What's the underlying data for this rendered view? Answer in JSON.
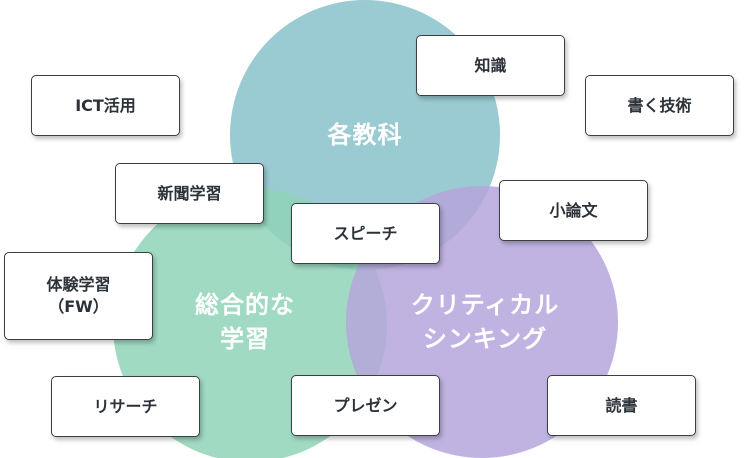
{
  "colors": {
    "top_circle": "#8cc3cc",
    "left_circle": "#8fd3b8",
    "right_circle": "#b6a6dc",
    "tag_border": "#3a3f44",
    "tag_text": "#2c3238"
  },
  "circles": {
    "top": {
      "label": "各教科"
    },
    "left": {
      "label_line1": "総合的な",
      "label_line2": "学習"
    },
    "right": {
      "label_line1": "クリティカル",
      "label_line2": "シンキング"
    }
  },
  "tags": {
    "ict": "ICT活用",
    "chishiki": "知識",
    "kakugijutsu": "書く技術",
    "shinbun": "新聞学習",
    "speech": "スピーチ",
    "shouronbun": "小論文",
    "taiken": "体験学習\n（FW）",
    "research": "リサーチ",
    "presen": "プレゼン",
    "dokusho": "読書"
  }
}
